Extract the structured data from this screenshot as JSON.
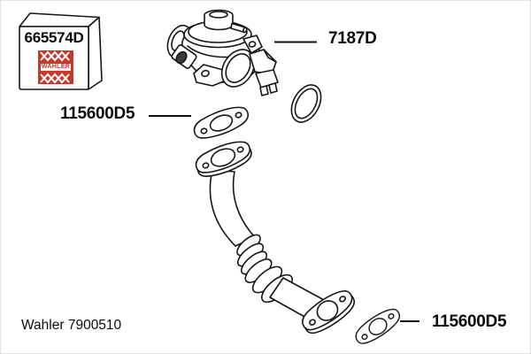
{
  "page": {
    "background": "#ffffff",
    "line_color": "#161616"
  },
  "box": {
    "part_number": "665574D",
    "logo_text": "WAHLER",
    "logo_color": "#c4392b"
  },
  "callouts": [
    {
      "label": "7187D",
      "part": "egr-valve"
    },
    {
      "label": "115600D5",
      "part": "upper-gasket"
    },
    {
      "label": "115600D5",
      "part": "lower-gasket"
    }
  ],
  "footer": {
    "reference": "Wahler 7900510"
  },
  "diagram_parts": [
    "package-box",
    "wahler-logo",
    "egr-valve",
    "o-ring-seal",
    "upper-gasket",
    "egr-pipe",
    "lower-gasket"
  ]
}
